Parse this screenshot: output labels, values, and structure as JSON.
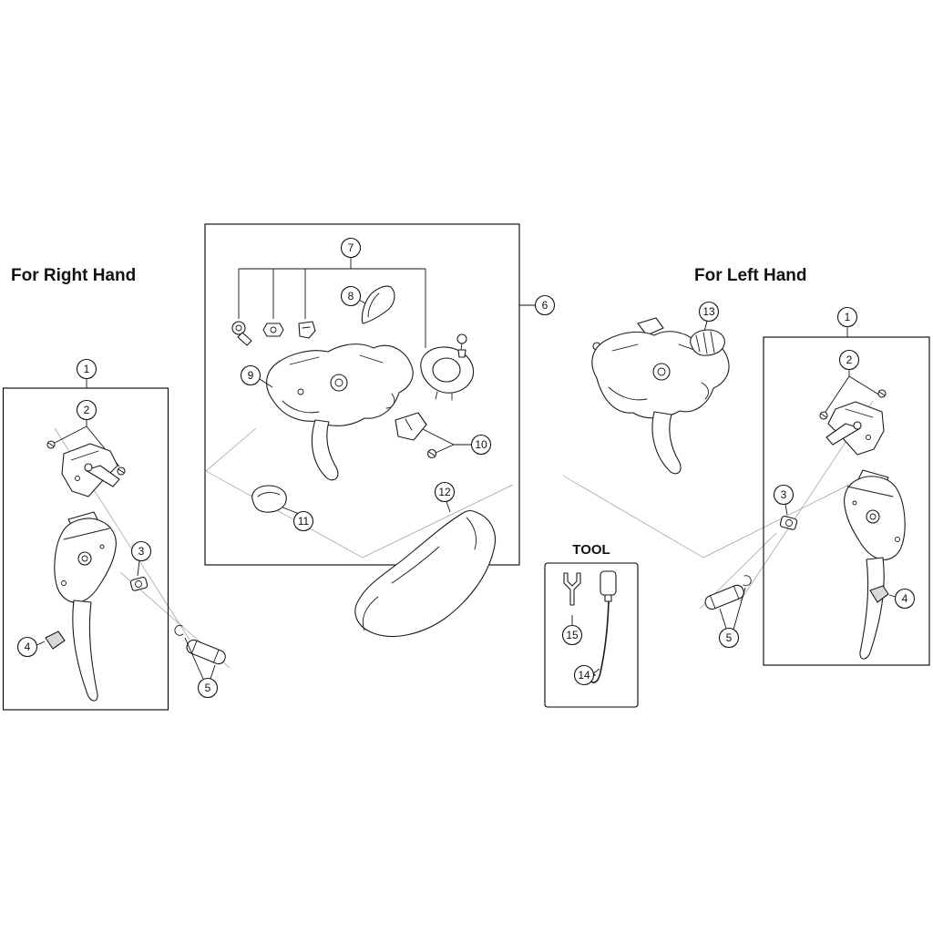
{
  "titles": {
    "right_hand": "For Right Hand",
    "left_hand": "For Left Hand",
    "tool": "TOOL"
  },
  "callouts": {
    "right": {
      "c1": "1",
      "c2": "2",
      "c3": "3",
      "c4": "4",
      "c5": "5"
    },
    "center": {
      "c6": "6",
      "c7": "7",
      "c8": "8",
      "c9": "9",
      "c10": "10",
      "c11": "11",
      "c12": "12"
    },
    "left": {
      "c13": "13",
      "c1": "1",
      "c2": "2",
      "c3": "3",
      "c4": "4",
      "c5": "5"
    },
    "tool": {
      "c14": "14",
      "c15": "15"
    }
  },
  "colors": {
    "background": "#ffffff",
    "line": "#1a1a1a",
    "guide_line": "#9a9a9a"
  }
}
